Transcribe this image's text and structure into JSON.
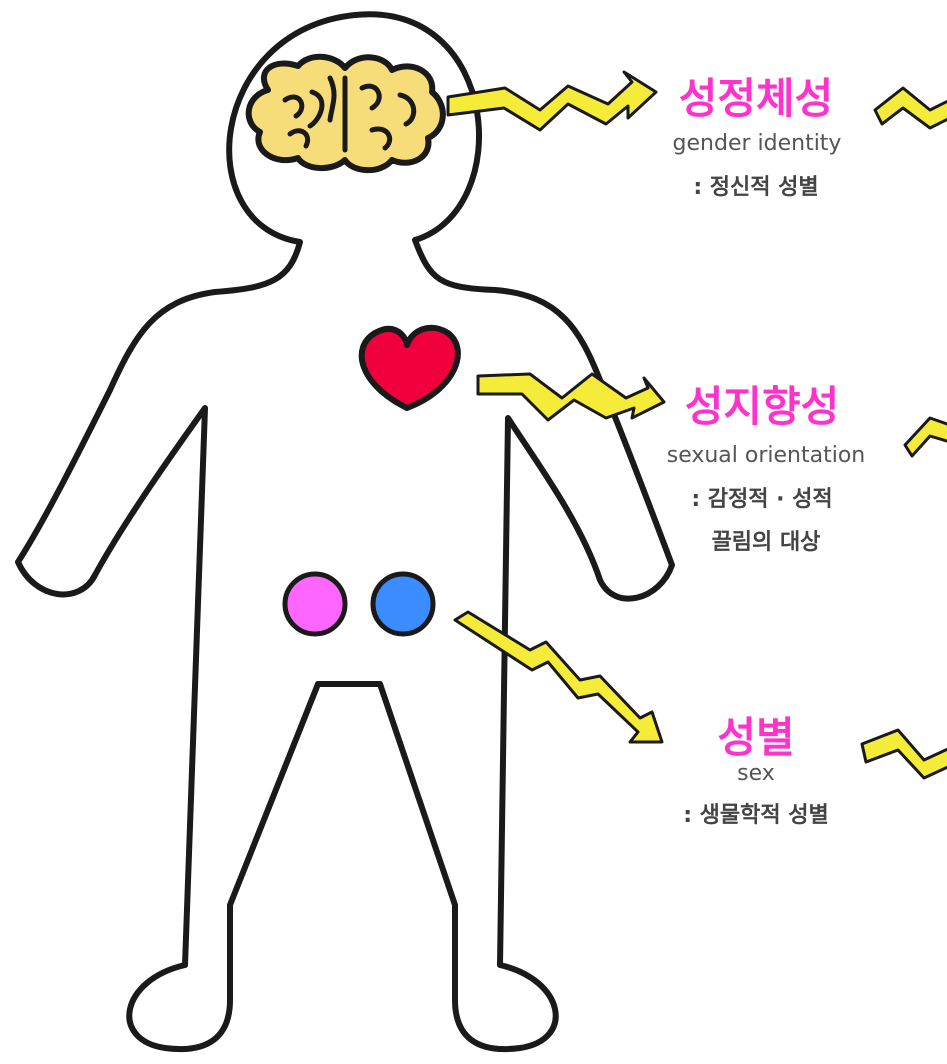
{
  "colors": {
    "title": "#ff33cc",
    "arrow": "#f5ec3a",
    "brain": "#f7dc7a",
    "heart": "#f0003c",
    "pink_dot": "#ff66ff",
    "blue_dot": "#3b8cff"
  },
  "icons": [
    "brain-icon",
    "heart-icon",
    "pink-circle-icon",
    "blue-circle-icon",
    "lightning-arrow-icon"
  ],
  "labels": {
    "identity": {
      "title": "성정체성",
      "english": "gender identity",
      "desc": ": 정신적 성별"
    },
    "orientation": {
      "title": "성지향성",
      "english": "sexual orientation",
      "desc1": ": 감정적 · 성적",
      "desc2": "끌림의 대상"
    },
    "sex": {
      "title": "성별",
      "english": "sex",
      "desc": ": 생물학적 성별"
    }
  }
}
